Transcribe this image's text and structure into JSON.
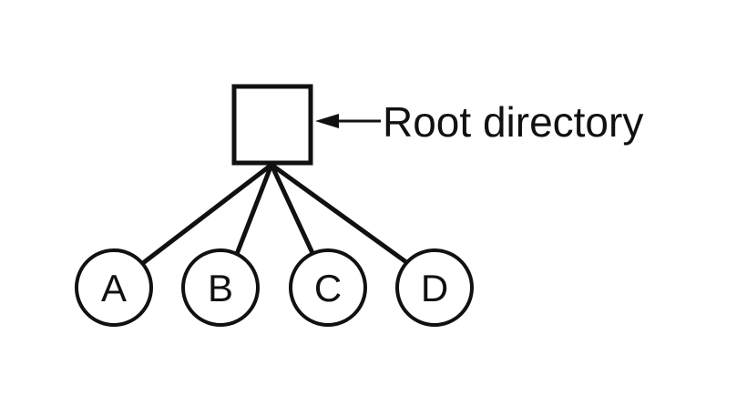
{
  "diagram": {
    "root_label": "Root directory",
    "children": [
      {
        "label": "A"
      },
      {
        "label": "B"
      },
      {
        "label": "C"
      },
      {
        "label": "D"
      }
    ],
    "stroke_color": "#111111",
    "background_color": "#ffffff"
  }
}
